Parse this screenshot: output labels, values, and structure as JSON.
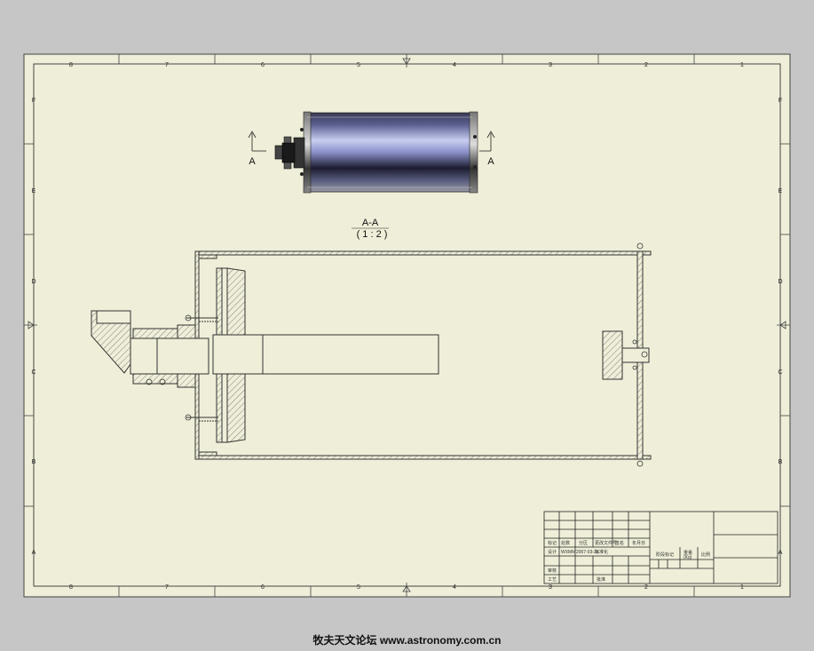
{
  "border": {
    "columns": [
      "8",
      "7",
      "6",
      "5",
      "4",
      "3",
      "2",
      "1"
    ],
    "rows": [
      "F",
      "E",
      "D",
      "C",
      "B",
      "A"
    ]
  },
  "section": {
    "cut_label": "A",
    "title": "A-A",
    "scale": "( 1 : 2 )"
  },
  "title_block": {
    "cells": [
      {
        "id": "c1",
        "text": "标记"
      },
      {
        "id": "c2",
        "text": "处数"
      },
      {
        "id": "c3",
        "text": "分区"
      },
      {
        "id": "c4",
        "text": "更改文件号"
      },
      {
        "id": "c5",
        "text": "签名"
      },
      {
        "id": "c6",
        "text": "年月日"
      },
      {
        "id": "c7",
        "text": "设计"
      },
      {
        "id": "c8",
        "text": "WXMM"
      },
      {
        "id": "c9",
        "text": "2007-03-26"
      },
      {
        "id": "c10",
        "text": "标准化"
      },
      {
        "id": "c11",
        "text": "审核"
      },
      {
        "id": "c12",
        "text": "工艺"
      },
      {
        "id": "c13",
        "text": "批准"
      },
      {
        "id": "c14",
        "text": "阶段标记"
      },
      {
        "id": "c15",
        "text": "重量"
      },
      {
        "id": "c16",
        "text": "(Kg)"
      },
      {
        "id": "c17",
        "text": "比例"
      }
    ]
  },
  "footer": "牧夫天文论坛 www.astronomy.com.cn",
  "colors": {
    "paper": "#efeed8",
    "frame": "#444444",
    "hatch": "#555555",
    "tube_dark": "#2a2a50",
    "tube_light": "#c8cdf0"
  }
}
